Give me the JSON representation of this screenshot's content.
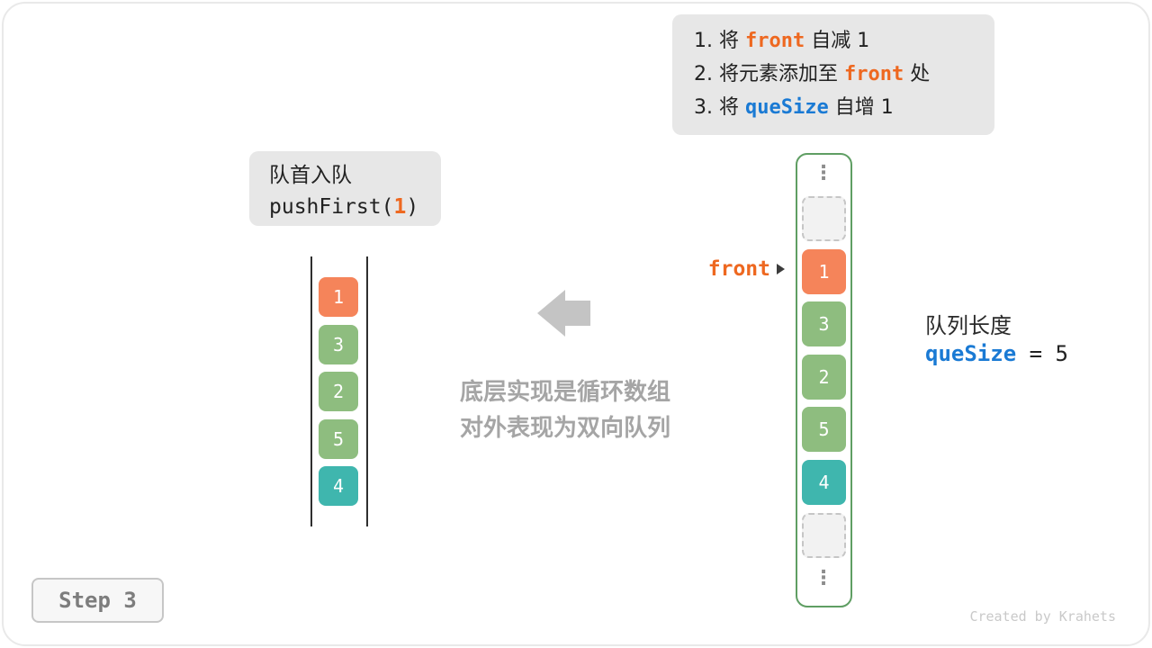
{
  "colors": {
    "orange": "#f5845a",
    "green": "#8ebd7f",
    "teal": "#3fb6ae",
    "code_orange": "#ee6820",
    "code_blue": "#1a7ad4"
  },
  "instructions": {
    "line1_pre": "1. 将 ",
    "line1_code": "front",
    "line1_post": " 自减 1",
    "line2_pre": "2. 将元素添加至 ",
    "line2_code": "front",
    "line2_post": " 处",
    "line3_pre": "3. 将 ",
    "line3_code": "queSize",
    "line3_post": " 自增 1"
  },
  "operation": {
    "title": "队首入队",
    "call_pre": "pushFirst(",
    "call_arg": "1",
    "call_post": ")"
  },
  "note": {
    "line1": "底层实现是循环数组",
    "line2": "对外表现为双向队列"
  },
  "front_pointer": {
    "label": "front"
  },
  "abstract_deque": {
    "cells": [
      {
        "value": "1"
      },
      {
        "value": "3"
      },
      {
        "value": "2"
      },
      {
        "value": "5"
      },
      {
        "value": "4"
      }
    ]
  },
  "array": {
    "ellipsis": "⋮",
    "cells": [
      {
        "value": "1"
      },
      {
        "value": "3"
      },
      {
        "value": "2"
      },
      {
        "value": "5"
      },
      {
        "value": "4"
      }
    ]
  },
  "queue_info": {
    "label": "队列长度",
    "var_name": "queSize",
    "rest": " = 5"
  },
  "footer": {
    "step_label": "Step 3",
    "credit": "Created by Krahets"
  }
}
